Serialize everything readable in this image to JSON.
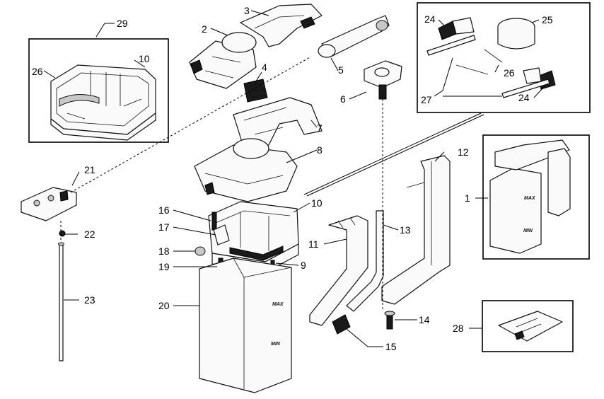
{
  "callouts": {
    "n1": "1",
    "n2": "2",
    "n3": "3",
    "n4": "4",
    "n5": "5",
    "n6": "6",
    "n7": "7",
    "n8": "8",
    "n9": "9",
    "n10a": "10",
    "n10b": "10",
    "n11": "11",
    "n12": "12",
    "n13": "13",
    "n14": "14",
    "n15": "15",
    "n16": "16",
    "n17": "17",
    "n18": "18",
    "n19": "19",
    "n20": "20",
    "n21": "21",
    "n22": "22",
    "n23": "23",
    "n24a": "24",
    "n24b": "24",
    "n25": "25",
    "n26a": "26",
    "n26b": "26",
    "n27": "27",
    "n28": "28",
    "n29": "29"
  },
  "markings": {
    "max_main": "MAX",
    "min_main": "MIN",
    "max_inset": "MAX",
    "min_inset": "MIN"
  }
}
